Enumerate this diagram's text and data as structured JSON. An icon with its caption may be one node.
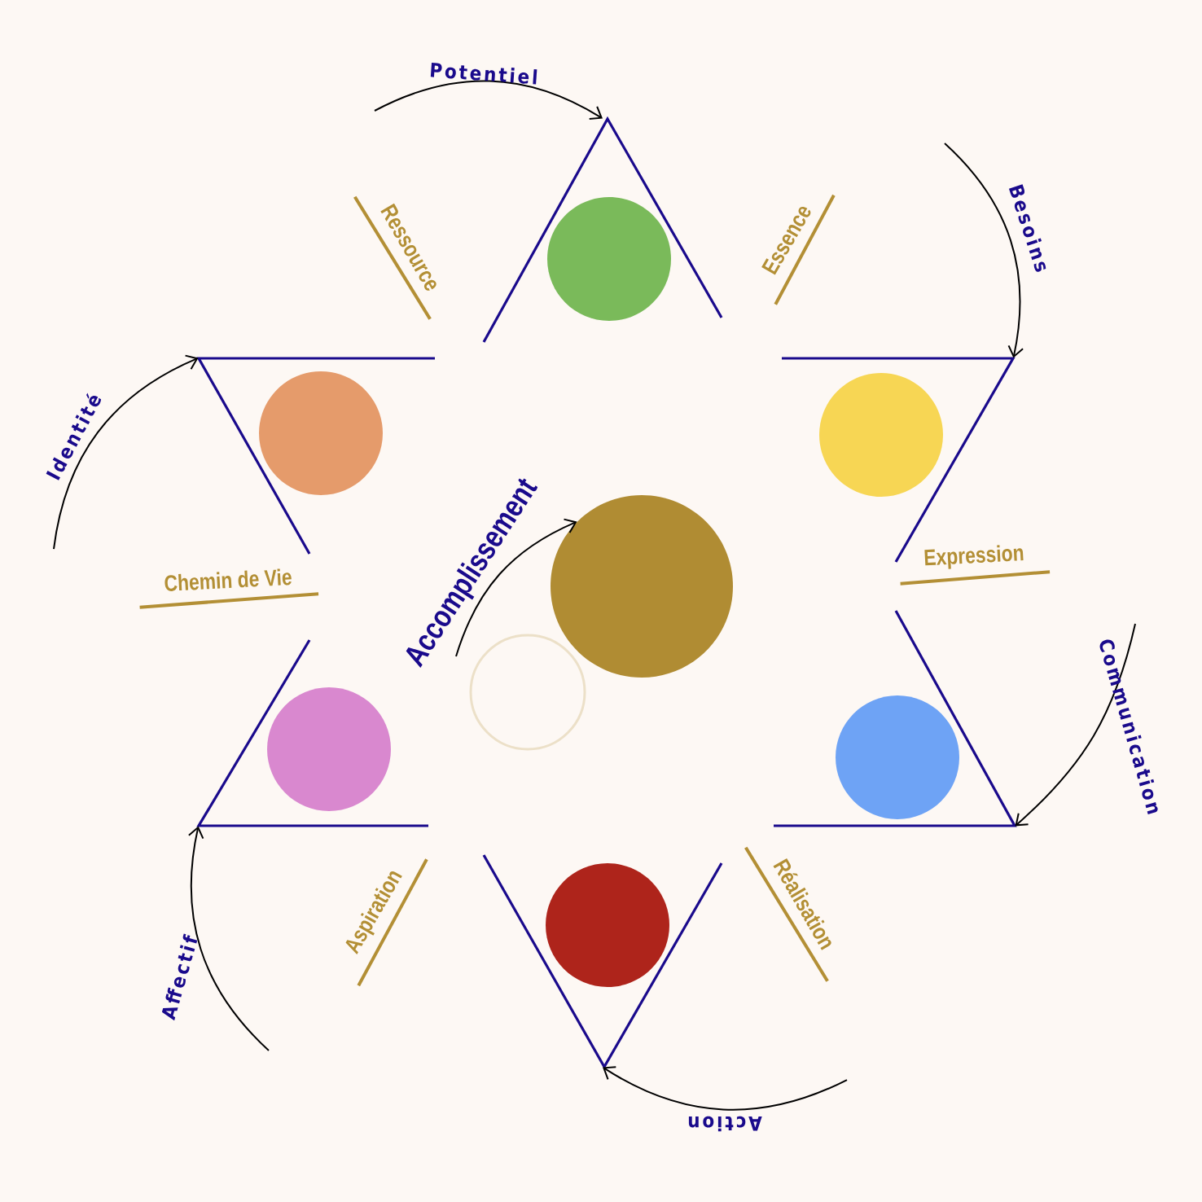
{
  "diagram": {
    "nodes": [
      {
        "text": [],
        "shape": "chevron"
      },
      {
        "text": [],
        "shape": "circle",
        "in": 0
      },
      {
        "text": [],
        "shape": "chevron"
      },
      {
        "text": [],
        "shape": "circle",
        "in": 2
      },
      {
        "text": [],
        "shape": "chevron"
      },
      {
        "text": [],
        "shape": "circle",
        "in": 4
      },
      {
        "text": [],
        "shape": "circle"
      },
      {
        "text": [],
        "shape": "circle"
      },
      {
        "text": [],
        "shape": "chevron"
      },
      {
        "text": [],
        "shape": "circle",
        "in": 8
      },
      {
        "text": [],
        "shape": "chevron"
      },
      {
        "text": [],
        "shape": "circle",
        "in": 10
      },
      {
        "text": [],
        "shape": "chevron"
      },
      {
        "text": [],
        "shape": "circle",
        "in": 12
      }
    ],
    "edges": [
      {
        "from": null,
        "to": 0,
        "arrow": "to",
        "label": "Potentiel"
      },
      {
        "from": null,
        "to": 4,
        "arrow": "to",
        "label": "Besoins"
      },
      {
        "from": null,
        "to": 10,
        "arrow": "to",
        "label": "Communication"
      },
      {
        "from": null,
        "to": 12,
        "arrow": "to",
        "label": "Action"
      },
      {
        "from": null,
        "to": 8,
        "arrow": "to",
        "label": "Affectif"
      },
      {
        "from": null,
        "to": 2,
        "arrow": "to",
        "label": "Identité"
      },
      {
        "from": null,
        "to": 6,
        "arrow": "to",
        "label": "Accomplissement"
      }
    ],
    "labels": [
      "Ressource",
      "Essence",
      "Chemin de Vie",
      "Expression",
      "Aspiration",
      "Réalisation"
    ]
  }
}
